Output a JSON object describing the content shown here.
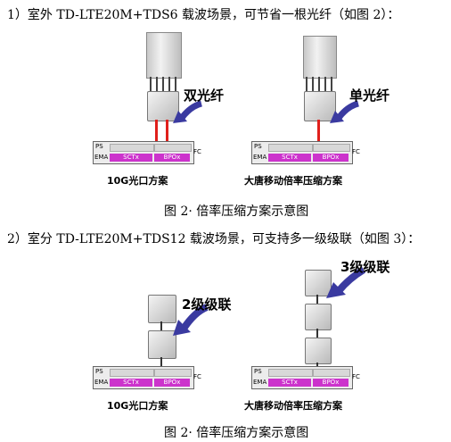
{
  "para1": "1）室外 TD-LTE20M+TDS6 载波场景，可节省一根光纤（如图 2）：",
  "para2": "2）室分 TD-LTE20M+TDS12 载波场景，可支持多一级级联（如图 3）：",
  "fig1": {
    "left_callout": "双光纤",
    "right_callout": "单光纤",
    "left_caption": "10G光口方案",
    "right_caption": "大唐移动倍率压缩方案",
    "caption": "图 2· 倍率压缩方案示意图"
  },
  "fig2": {
    "left_callout": "2级级联",
    "right_callout": "3级级联",
    "left_caption": "10G光口方案",
    "right_caption": "大唐移动倍率压缩方案",
    "caption": "图 2· 倍率压缩方案示意图"
  },
  "rack": {
    "ps": "PS",
    "ema": "EMA",
    "sc": "SCTx",
    "bp": "BPOx",
    "fc": "FC"
  },
  "colors": {
    "fiber": "#e0201c",
    "arrow": "#3a3aa0",
    "slot": "#cc33cc"
  }
}
